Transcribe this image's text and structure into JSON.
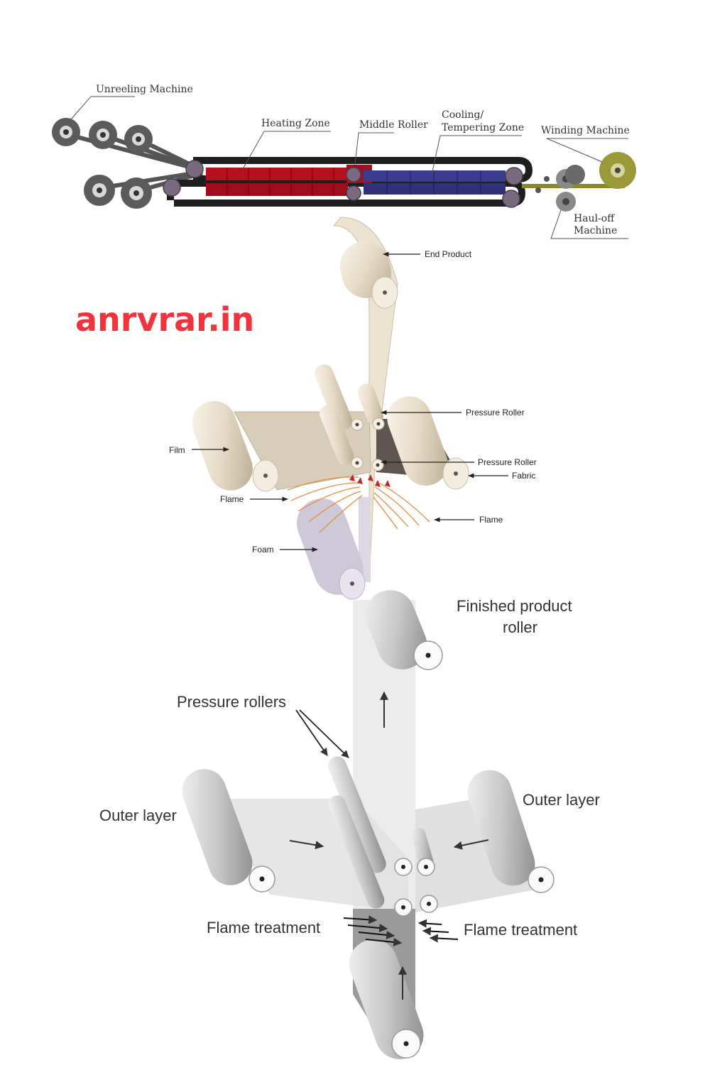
{
  "brand": {
    "text": "anrvrar.in",
    "color": "#f0343c"
  },
  "diagram1": {
    "labels": {
      "unreeling": "Unreeling Machine",
      "heating": "Heating Zone",
      "middle": "Middle Roller",
      "cooling_1": "Cooling/",
      "cooling_2": "Tempering Zone",
      "winding": "Winding Machine",
      "hauloff_1": "Haul-off",
      "hauloff_2": "Machine"
    },
    "colors": {
      "heating": "#b5101e",
      "cooling": "#3a3b8f",
      "winding": "#9a9a3a",
      "belt": "#1e1e1e",
      "roller": "#7a6a80"
    }
  },
  "diagram2": {
    "labels": {
      "end_product": "End Product",
      "pressure_roller_top": "Pressure Roller",
      "pressure_roller_bottom": "Pressure Roller",
      "fabric": "Fabric",
      "film": "Film",
      "flame_left": "Flame",
      "flame_right": "Flame",
      "foam": "Foam"
    },
    "colors": {
      "sheet": "#e8dcc8",
      "fabric": "#5e5550",
      "flame": "#e88a3a",
      "foam": "#cfc8d8"
    }
  },
  "diagram3": {
    "labels": {
      "finished_1": "Finished product",
      "finished_2": "roller",
      "pressure_rollers": "Pressure rollers",
      "outer_left": "Outer layer",
      "outer_right": "Outer layer",
      "flame_left": "Flame treatment",
      "flame_right": "Flame treatment"
    }
  }
}
